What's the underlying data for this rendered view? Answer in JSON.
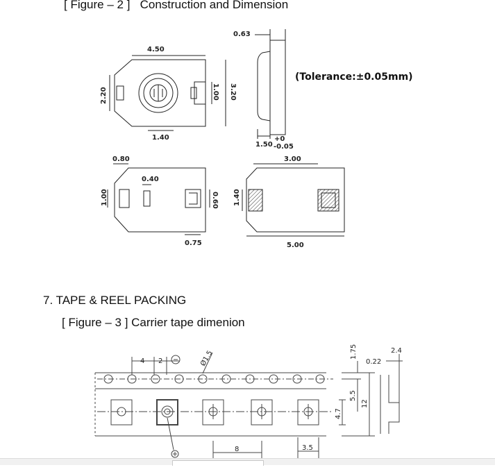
{
  "figure2": {
    "title": "[ Figure – 2 ]   Construction and Dimension",
    "tolerance": "(Tolerance:±0.05mm)",
    "dims": {
      "top_width": "4.50",
      "height_left": "2.20",
      "inner_pad": "1.00",
      "total_height": "3.20",
      "thickness": "0.63",
      "pad_gap": "1.40",
      "side_base": "1.50",
      "tol_plus": "+0",
      "tol_minus": "-0.05",
      "notch": "0.80",
      "pad_width": "0.40",
      "pad_height": "1.00",
      "pad_h2": "0.60",
      "pad_h3": "1.40",
      "pad_w2": "0.75",
      "bottom_width": "3.00",
      "bottom_total": "5.00"
    }
  },
  "section7": {
    "heading": "7.  TAPE & REEL PACKING",
    "caption": "[ Figure – 3 ] Carrier tape dimenion"
  },
  "figure3": {
    "dims": {
      "pitch": "4",
      "half_pitch": "2",
      "hole_dia": "Ø1.5",
      "edge": "1.75",
      "thickness": "0.22",
      "depth": "2.4",
      "pocket": "4.7",
      "center": "5.5",
      "width": "12",
      "cavity_pitch": "8",
      "cavity": "3.5"
    }
  }
}
